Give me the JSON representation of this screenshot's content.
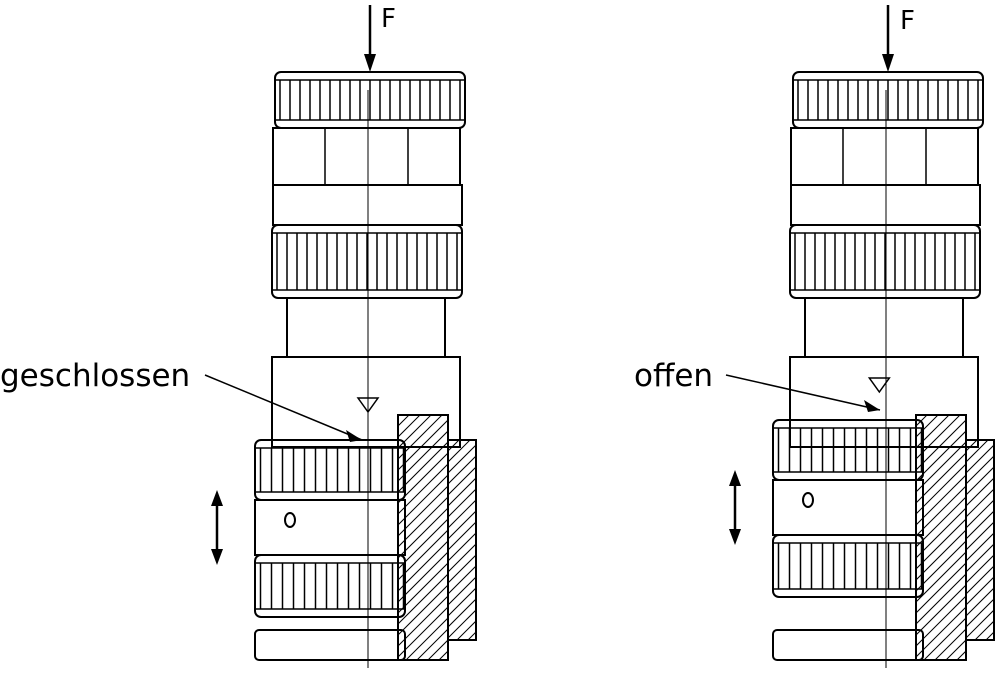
{
  "left": {
    "force_label": "F",
    "state_label": "geschlossen"
  },
  "right": {
    "force_label": "F",
    "state_label": "offen"
  },
  "colors": {
    "line": "#000000",
    "background": "#ffffff"
  }
}
